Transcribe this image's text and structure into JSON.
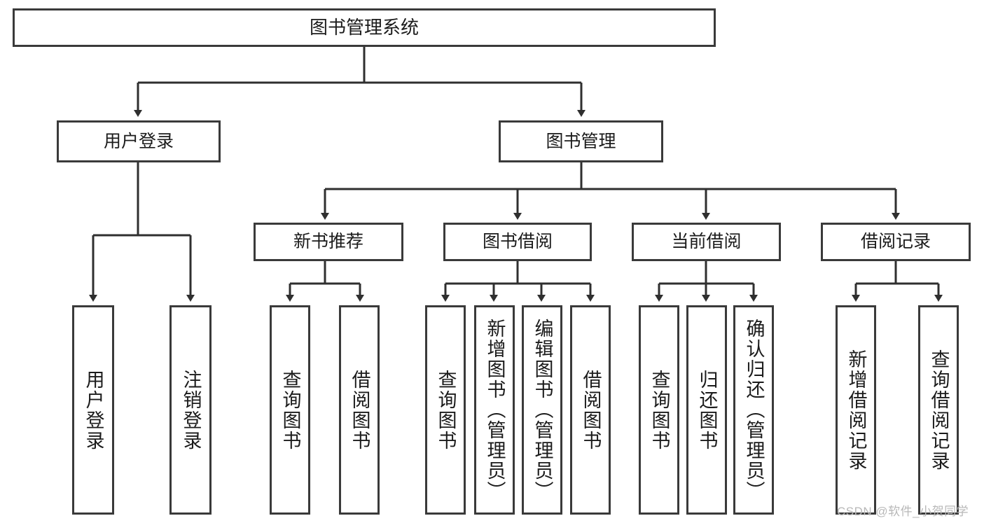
{
  "diagram": {
    "title": "图书管理系统",
    "root": {
      "label": "图书管理系统"
    },
    "level2": [
      {
        "label": "用户登录"
      },
      {
        "label": "图书管理"
      }
    ],
    "level3": [
      {
        "label": "新书推荐"
      },
      {
        "label": "图书借阅"
      },
      {
        "label": "当前借阅"
      },
      {
        "label": "借阅记录"
      }
    ],
    "leaves": [
      {
        "label": "用户登录"
      },
      {
        "label": "注销登录"
      },
      {
        "label": "查询图书"
      },
      {
        "label": "借阅图书"
      },
      {
        "label": "查询图书"
      },
      {
        "label": "新增图书（管理员）"
      },
      {
        "label": "编辑图书（管理员）"
      },
      {
        "label": "借阅图书"
      },
      {
        "label": "查询图书"
      },
      {
        "label": "归还图书"
      },
      {
        "label": "确认归还（管理员）"
      },
      {
        "label": "新增借阅记录"
      },
      {
        "label": "查询借阅记录"
      }
    ],
    "colors": {
      "border": "#3a3a3a",
      "connector": "#2f2f2f",
      "text": "#1b1b1b",
      "background": "#ffffff",
      "watermark": "#b8b8b8"
    }
  },
  "watermark": {
    "text": "CSDN @软件_小贺同学"
  }
}
